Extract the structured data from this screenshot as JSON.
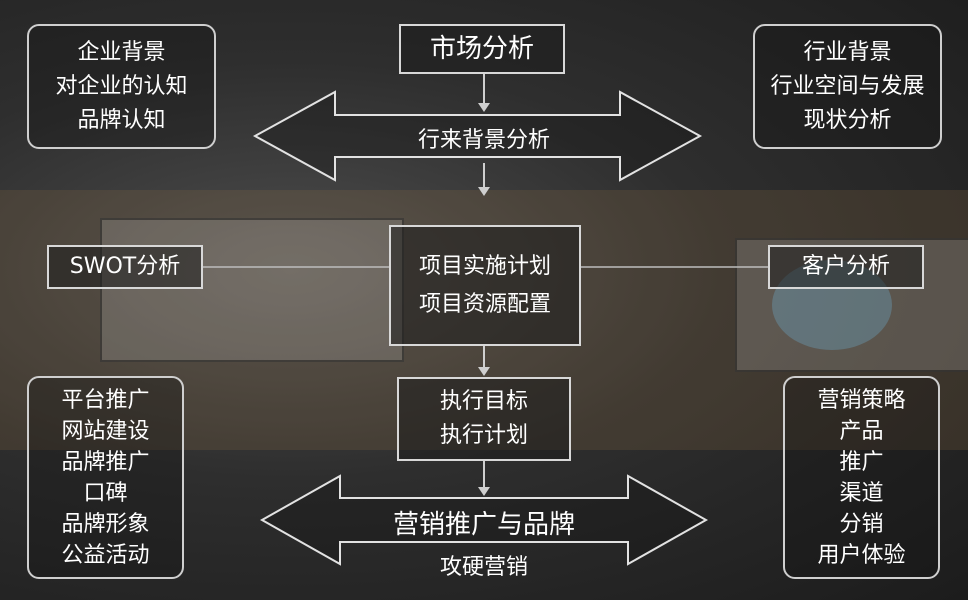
{
  "top_left": [
    "企业背景",
    "对企业的认知",
    "品牌认知"
  ],
  "top_right": [
    "行业背景",
    "行业空间与发展",
    "现状分析"
  ],
  "market": "市场分析",
  "industry_arrow": "行来背景分析",
  "swot": "SWOT分析",
  "center": [
    "项目实施计划",
    "项目资源配置"
  ],
  "customer": "客户分析",
  "execution": [
    "执行目标",
    "执行计划"
  ],
  "promo_title": "营销推广与品牌",
  "promo_sub": "攻硬营销",
  "bottom_left": [
    "平台推广",
    "网站建设",
    "品牌推广",
    "口碑",
    "品牌形象",
    "公益活动"
  ],
  "bottom_right": [
    "营销策略",
    "产品",
    "推广",
    "渠道",
    "分销",
    "用户体验"
  ]
}
